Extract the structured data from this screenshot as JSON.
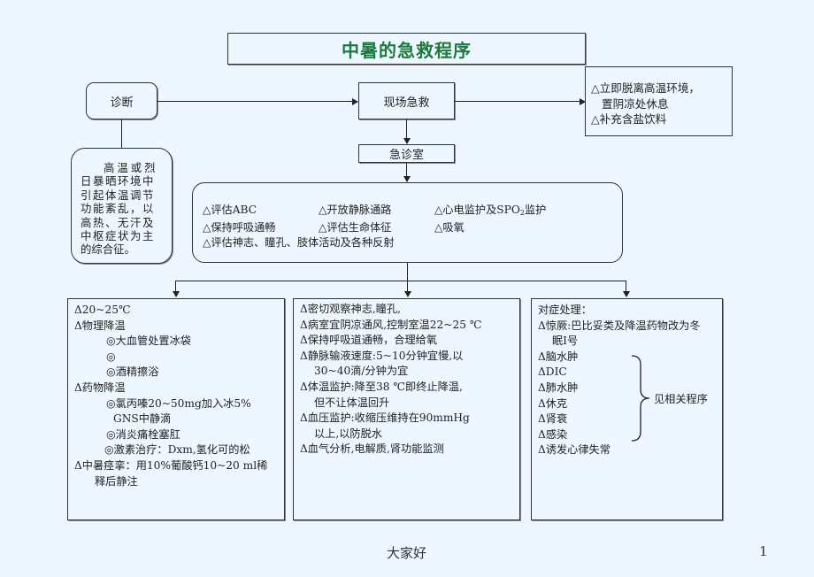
{
  "title": "中暑的急救程序",
  "nodes": {
    "diagnosis": {
      "label": "诊断"
    },
    "definition": {
      "text_lines": [
        "高温或烈",
        "日暴晒环境中",
        "引起体温调节",
        "功能紊乱，以",
        "高热、无汗及",
        "中枢症状为主",
        "的综合征。"
      ]
    },
    "onsite": {
      "label": "现场急救"
    },
    "onsite_actions": {
      "lines": [
        "△立即脱离高温环境，",
        "置阴凉处休息",
        "△补充含盐饮料"
      ]
    },
    "er": {
      "label": "急诊室"
    },
    "assess": {
      "grid": [
        [
          "△评估ABC",
          "△开放静脉通路",
          "△心电监护及SPO",
          "监护"
        ],
        [
          "△保持呼吸通畅",
          "△评估生命体征",
          "△吸氧"
        ]
      ],
      "sub": "2",
      "last_line": "△评估神志、瞳孔、肢体活动及各种反射"
    },
    "cooling": {
      "lines": [
        "Δ20~25℃",
        "Δ物理降温",
        "◎大血管处置冰袋",
        "◎",
        "◎酒精擦浴",
        "Δ药物降温",
        "◎氯丙嗪20~50mg加入冰5%",
        "GNS中静滴",
        "◎消炎痛栓塞肛",
        "◎激素治疗：Dxm,氢化可的松",
        "Δ中暑痉挛：用10%葡酸钙10~20 ml稀",
        "释后静注"
      ]
    },
    "monitoring": {
      "lines": [
        "Δ密切观察神志,瞳孔,",
        "Δ病室宜阴凉通风,控制室温22~25 ℃",
        "Δ保持呼吸道通畅，合理给氧",
        "Δ静脉输液速度:5~10分钟宜慢,以",
        "30~40滴/分钟为宜",
        "Δ体温监护:降至38 ℃即终止降温,",
        "但不让体温回升",
        "Δ血压监护:收缩压维持在90mmHg",
        "以上,以防脱水",
        "Δ血气分析,电解质,肾功能监测"
      ]
    },
    "symptomatic": {
      "lines": [
        "对症处理：",
        "Δ惊厥:巴比妥类及降温药物改为冬",
        "眠I号",
        "Δ脑水肿",
        "ΔDIC",
        "Δ肺水肿",
        "Δ休克",
        "Δ肾衰",
        "Δ感染",
        "Δ诱发心律失常"
      ],
      "brace_label": "见相关程序"
    }
  },
  "footer": {
    "text": "大家好",
    "page_number": "1"
  }
}
